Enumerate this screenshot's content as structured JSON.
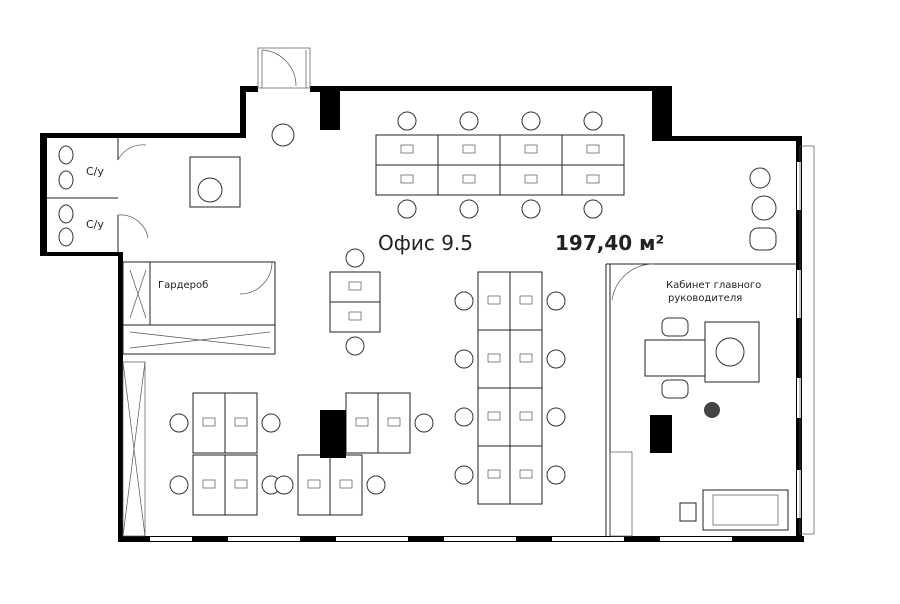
{
  "plan": {
    "office_name": "Офис 9.5",
    "area": "197,40 м²",
    "rooms": {
      "wc_1": "С/у",
      "wc_2": "С/у",
      "wardrobe": "Гардероб",
      "director_line1": "Кабинет главного",
      "director_line2": "руководителя"
    }
  }
}
